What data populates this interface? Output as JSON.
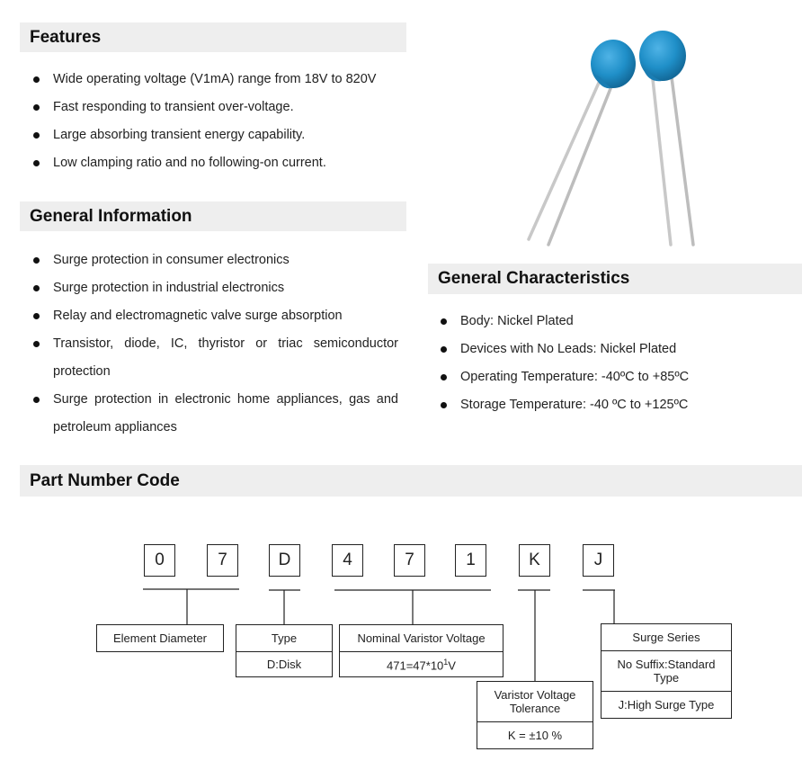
{
  "features": {
    "title": "Features",
    "items": [
      "Wide operating voltage (V1mA) range from 18V to 820V",
      "Fast responding to transient over-voltage.",
      "Large absorbing transient energy capability.",
      "Low clamping ratio and no following-on current."
    ]
  },
  "general_information": {
    "title": "General Information",
    "items": [
      "Surge protection in consumer electronics",
      "Surge protection in industrial electronics",
      "Relay and electromagnetic valve surge absorption",
      "Transistor, diode, IC, thyristor or triac semiconductor protection",
      "Surge protection in electronic home appliances, gas and petroleum appliances"
    ]
  },
  "general_characteristics": {
    "title": "General Characteristics",
    "items": [
      "Body: Nickel Plated",
      "Devices with No Leads: Nickel Plated",
      "Operating Temperature: -40ºC to +85ºC",
      "Storage Temperature: -40 ºC to +125ºC"
    ]
  },
  "part_number_code": {
    "title": "Part Number Code",
    "digits": [
      "0",
      "7",
      "D",
      "4",
      "7",
      "1",
      "K",
      "J"
    ],
    "element_diameter": "Element Diameter",
    "type_label": "Type",
    "type_value": "D:Disk",
    "nominal_voltage_label": "Nominal Varistor Voltage",
    "nominal_voltage_value_base": "471=47*10",
    "nominal_voltage_value_exp": "1",
    "nominal_voltage_value_unit": "V",
    "tolerance_label": "Varistor Voltage Tolerance",
    "tolerance_value": "K = ±10 %",
    "surge_label": "Surge Series",
    "surge_standard": "No Suffix:Standard Type",
    "surge_high": "J:High Surge Type"
  },
  "colors": {
    "section_bar": "#eeeeee",
    "varistor_body": "#1f8fc8",
    "lead_wire": "#c8c8c8"
  }
}
